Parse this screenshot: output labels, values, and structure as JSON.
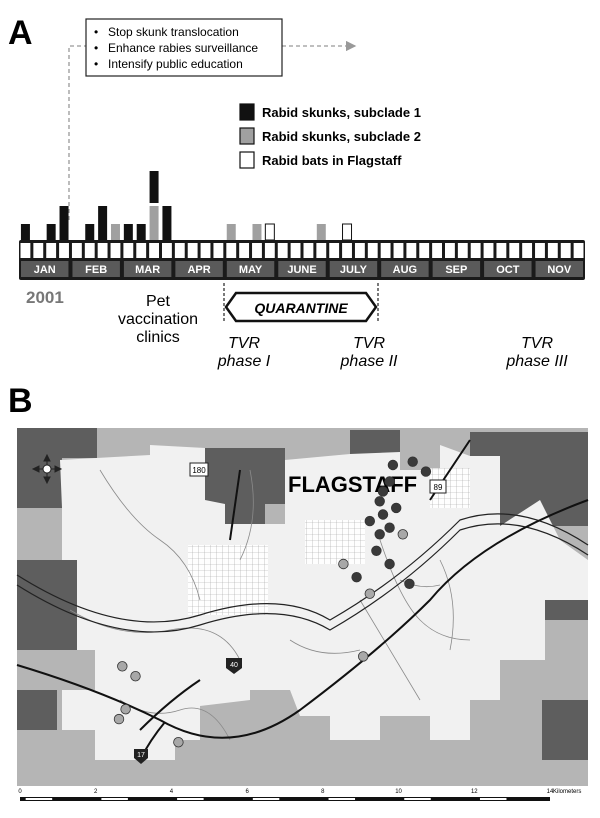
{
  "panel_a": {
    "letter": "A",
    "year": "2001",
    "actions": [
      "Stop skunk translocation",
      "Enhance rabies surveillance",
      "Intensify public education"
    ],
    "legend": [
      {
        "label": "Rabid skunks, subclade 1",
        "color": "#111111",
        "kind": "subclade1"
      },
      {
        "label": "Rabid skunks, subclade 2",
        "color": "#a0a0a0",
        "kind": "subclade2"
      },
      {
        "label": "Rabid bats in Flagstaff",
        "color": "#ffffff",
        "kind": "bat"
      }
    ],
    "months": [
      "JAN",
      "FEB",
      "MAR",
      "APR",
      "MAY",
      "JUNE",
      "JULY",
      "AUG",
      "SEP",
      "OCT",
      "NOV"
    ],
    "events": [
      {
        "week": 1,
        "type": "subclade1",
        "count": 1
      },
      {
        "week": 3,
        "type": "subclade1",
        "count": 1
      },
      {
        "week": 4,
        "type": "subclade1",
        "count": 2
      },
      {
        "week": 6,
        "type": "subclade1",
        "count": 1
      },
      {
        "week": 7,
        "type": "subclade1",
        "count": 2
      },
      {
        "week": 8,
        "type": "subclade2",
        "count": 1
      },
      {
        "week": 9,
        "type": "subclade1",
        "count": 1
      },
      {
        "week": 10,
        "type": "subclade1",
        "count": 1
      },
      {
        "week": 11,
        "type": "subclade2",
        "count": 2,
        "stack_type": "subclade1",
        "stack_count": 2
      },
      {
        "week": 12,
        "type": "subclade1",
        "count": 2
      },
      {
        "week": 17,
        "type": "subclade2",
        "count": 1
      },
      {
        "week": 19,
        "type": "subclade2",
        "count": 1
      },
      {
        "week": 20,
        "type": "bat",
        "count": 1
      },
      {
        "week": 24,
        "type": "subclade2",
        "count": 1
      },
      {
        "week": 26,
        "type": "bat",
        "count": 1
      }
    ],
    "pet_clinics": [
      "Pet",
      "vaccination",
      "clinics"
    ],
    "quarantine": "QUARANTINE",
    "tvr_phases": [
      {
        "line1": "TVR",
        "line2": "phase I"
      },
      {
        "line1": "TVR",
        "line2": "phase II"
      },
      {
        "line1": "TVR",
        "line2": "phase III"
      }
    ]
  },
  "panel_b": {
    "letter": "B",
    "city_label": "FLAGSTAFF",
    "highway_labels": [
      "180",
      "89",
      "40",
      "17"
    ],
    "scale_ticks": [
      "0",
      "2",
      "4",
      "6",
      "8",
      "10",
      "12",
      "14"
    ],
    "scale_unit": "Kilometers",
    "dot_colors": {
      "subclade1": "#3a3a3a",
      "subclade2": "#a8a8a8"
    },
    "cases": [
      {
        "km_e": 11.3,
        "km_n": 9.0,
        "type": "subclade1"
      },
      {
        "km_e": 11.9,
        "km_n": 9.1,
        "type": "subclade1"
      },
      {
        "km_e": 12.3,
        "km_n": 8.8,
        "type": "subclade1"
      },
      {
        "km_e": 11.2,
        "km_n": 8.5,
        "type": "subclade1"
      },
      {
        "km_e": 11.0,
        "km_n": 8.2,
        "type": "subclade1"
      },
      {
        "km_e": 10.9,
        "km_n": 7.9,
        "type": "subclade1"
      },
      {
        "km_e": 11.4,
        "km_n": 7.7,
        "type": "subclade1"
      },
      {
        "km_e": 11.0,
        "km_n": 7.5,
        "type": "subclade1"
      },
      {
        "km_e": 10.6,
        "km_n": 7.3,
        "type": "subclade1"
      },
      {
        "km_e": 11.2,
        "km_n": 7.1,
        "type": "subclade1"
      },
      {
        "km_e": 10.9,
        "km_n": 6.9,
        "type": "subclade1"
      },
      {
        "km_e": 11.6,
        "km_n": 6.9,
        "type": "subclade2"
      },
      {
        "km_e": 10.8,
        "km_n": 6.4,
        "type": "subclade1"
      },
      {
        "km_e": 10.2,
        "km_n": 5.6,
        "type": "subclade1"
      },
      {
        "km_e": 9.8,
        "km_n": 6.0,
        "type": "subclade2"
      },
      {
        "km_e": 11.2,
        "km_n": 6.0,
        "type": "subclade1"
      },
      {
        "km_e": 10.6,
        "km_n": 5.1,
        "type": "subclade2"
      },
      {
        "km_e": 11.8,
        "km_n": 5.4,
        "type": "subclade1"
      },
      {
        "km_e": 10.4,
        "km_n": 3.2,
        "type": "subclade2"
      },
      {
        "km_e": 3.1,
        "km_n": 2.9,
        "type": "subclade2"
      },
      {
        "km_e": 3.5,
        "km_n": 2.6,
        "type": "subclade2"
      },
      {
        "km_e": 3.2,
        "km_n": 1.6,
        "type": "subclade2"
      },
      {
        "km_e": 3.0,
        "km_n": 1.3,
        "type": "subclade2"
      },
      {
        "km_e": 4.8,
        "km_n": 0.6,
        "type": "subclade2"
      }
    ]
  }
}
